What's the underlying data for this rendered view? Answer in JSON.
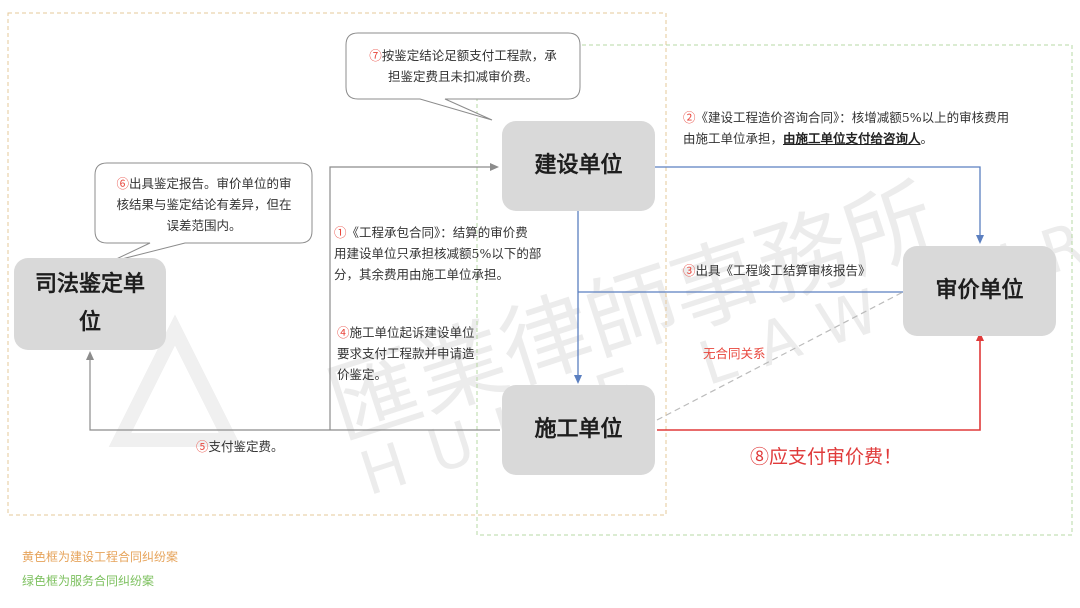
{
  "colors": {
    "yellow_frame": "#e6c89a",
    "green_frame": "#b7d9a4",
    "node_fill": "#d9d9d9",
    "blue_arrow": "#5b7fc0",
    "gray_arrow": "#8c8c8c",
    "red_arrow": "#e03a3a",
    "accent_red": "#e8463c"
  },
  "nodes": {
    "construction_unit": "建设单位",
    "audit_unit": "审价单位",
    "builder_unit": "施工单位",
    "judicial_line1": "司法鉴定单",
    "judicial_line2": "位"
  },
  "callouts": {
    "c7_num": "⑦",
    "c7_line1": "按鉴定结论足额支付工程款，承",
    "c7_line2": "担鉴定费且未扣减审价费。",
    "c6_num": "⑥",
    "c6_line1": "出具鉴定报告。审价单位的审",
    "c6_line2": "核结果与鉴定结论有差异，但在",
    "c6_line3": "误差范围内。"
  },
  "notes": {
    "n2_num": "②",
    "n2_line1": "《建设工程造价咨询合同》：核增减额5%以上的审核费用",
    "n2_line2_plain": "由施工单位承担，",
    "n2_line2_bold": "由施工单位支付给咨询人",
    "n2_line2_end": "。",
    "n1_num": "①",
    "n1_line1": "《工程承包合同》：结算的审价费",
    "n1_line2": "用建设单位只承担核减额5%以下的部",
    "n1_line3": "分，其余费用由施工单位承担。",
    "n3_num": "③",
    "n3_text": "出具《工程竣工结算审核报告》",
    "n4_num": "④",
    "n4_line1": "施工单位起诉建设单位",
    "n4_line2": "要求支付工程款并申请造",
    "n4_line3": "价鉴定。",
    "n5_num": "⑤",
    "n5_text": "支付鉴定费。",
    "no_contract": "无合同关系",
    "n8": "⑧应支付审价费！"
  },
  "watermark": {
    "line1": "匯業律師事務所",
    "line2": "HUIYE LAW FIRM"
  },
  "legend": {
    "yellow": "黄色框为建设工程合同纠纷案",
    "green": "绿色框为服务合同纠纷案"
  }
}
